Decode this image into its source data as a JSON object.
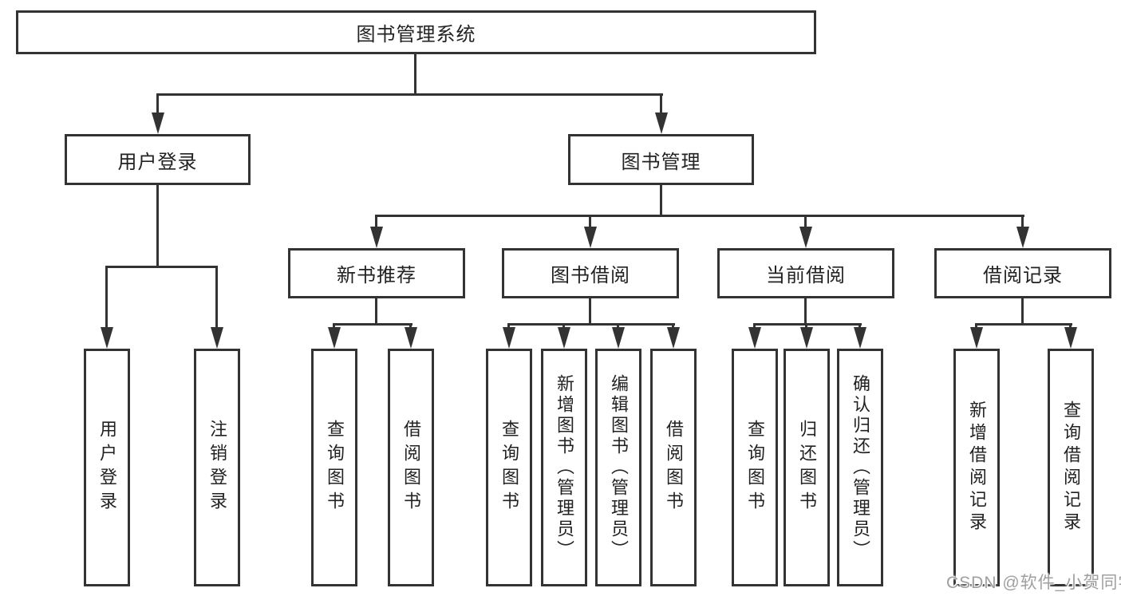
{
  "colors": {
    "line": "#333333",
    "text": "#222222",
    "background": "#ffffff",
    "watermark": "#9f9f9f"
  },
  "diagram": {
    "root": {
      "label": "图书管理系统"
    },
    "branches": [
      {
        "label": "用户登录",
        "children": [
          {
            "label": "用户登录"
          },
          {
            "label": "注销登录"
          }
        ]
      },
      {
        "label": "图书管理",
        "children": [
          {
            "label": "新书推荐",
            "children": [
              {
                "label": "查询图书"
              },
              {
                "label": "借阅图书"
              }
            ]
          },
          {
            "label": "图书借阅",
            "children": [
              {
                "label": "查询图书"
              },
              {
                "label": "新增图书（管理员）"
              },
              {
                "label": "编辑图书（管理员）"
              },
              {
                "label": "借阅图书"
              }
            ]
          },
          {
            "label": "当前借阅",
            "children": [
              {
                "label": "查询图书"
              },
              {
                "label": "归还图书"
              },
              {
                "label": "确认归还（管理员）"
              }
            ]
          },
          {
            "label": "借阅记录",
            "children": [
              {
                "label": "新增借阅记录"
              },
              {
                "label": "查询借阅记录"
              }
            ]
          }
        ]
      }
    ]
  },
  "watermark": {
    "text": "CSDN @软件_小贺同学"
  }
}
